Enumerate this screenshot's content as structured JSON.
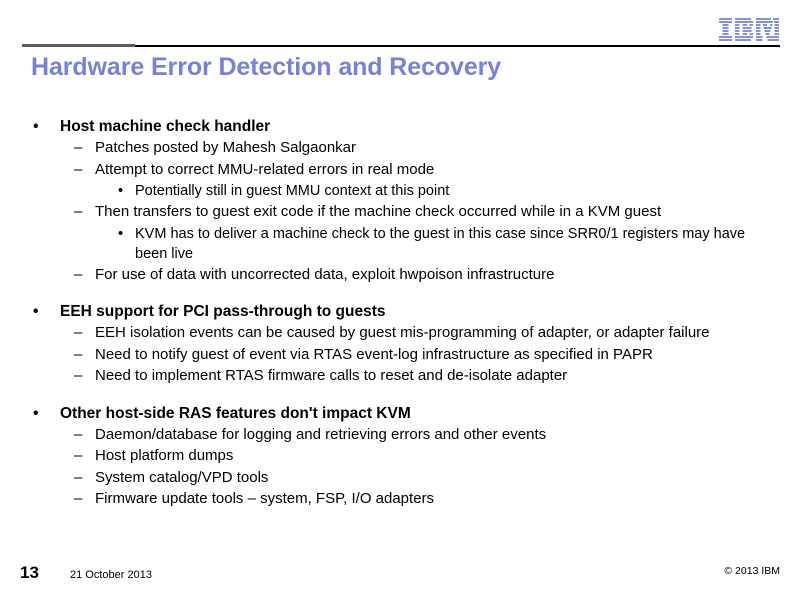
{
  "slide": {
    "title": "Hardware Error Detection and Recovery",
    "brand": "IBM",
    "logo_icon": "ibm-logo-icon",
    "accent_color": "#7581dd",
    "rule_color_left": "#5a5a5a",
    "rule_color_right": "#000000"
  },
  "bullets": [
    {
      "level": 1,
      "marker": "•",
      "text": "Host machine check handler"
    },
    {
      "level": 2,
      "marker": "–",
      "text": "Patches posted by Mahesh Salgaonkar"
    },
    {
      "level": 2,
      "marker": "–",
      "text": "Attempt to correct MMU-related errors in real mode"
    },
    {
      "level": 3,
      "marker": "•",
      "text": "Potentially still in guest MMU context at this point"
    },
    {
      "level": 2,
      "marker": "–",
      "text": "Then transfers to guest exit code if the machine check occurred while in a KVM guest"
    },
    {
      "level": 3,
      "marker": "•",
      "text": "KVM has to deliver a machine check to the guest in this case since SRR0/1 registers may have been live"
    },
    {
      "level": 2,
      "marker": "–",
      "text": "For use of data with uncorrected data, exploit hwpoison infrastructure"
    },
    {
      "level": 1,
      "marker": "•",
      "text": "EEH support for PCI pass-through to guests",
      "spaced": true
    },
    {
      "level": 2,
      "marker": "–",
      "text": "EEH isolation events can be caused by guest mis-programming of adapter, or adapter failure"
    },
    {
      "level": 2,
      "marker": "–",
      "text": "Need to notify guest of event via RTAS event-log infrastructure as specified in PAPR"
    },
    {
      "level": 2,
      "marker": "–",
      "text": "Need to implement RTAS firmware calls to reset and de-isolate adapter"
    },
    {
      "level": 1,
      "marker": "•",
      "text": "Other host-side RAS features don't impact KVM",
      "spaced": true
    },
    {
      "level": 2,
      "marker": "–",
      "text": "Daemon/database for logging and retrieving errors and other events"
    },
    {
      "level": 2,
      "marker": "–",
      "text": "Host platform dumps"
    },
    {
      "level": 2,
      "marker": "–",
      "text": "System catalog/VPD tools"
    },
    {
      "level": 2,
      "marker": "–",
      "text": "Firmware update tools – system, FSP, I/O adapters"
    }
  ],
  "footer": {
    "page_number": "13",
    "date": "21 October 2013",
    "copyright": "© 2013 IBM"
  }
}
